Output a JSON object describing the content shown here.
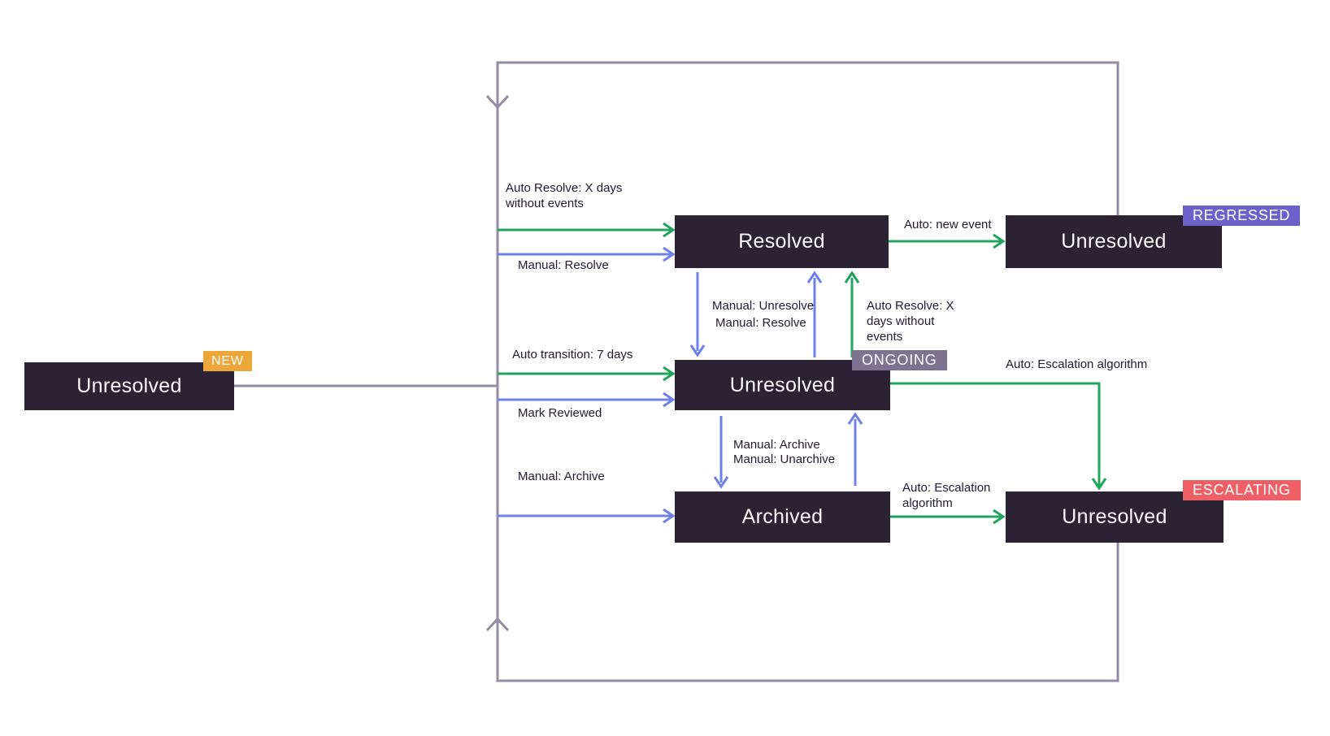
{
  "colors": {
    "box": "#2B2233",
    "boxtext": "#FAF7FB",
    "label": "#231A30",
    "green": "#21A45E",
    "blue": "#6E80EA",
    "loop": "#968BA5",
    "new": "#EDA63A",
    "regressed": "#6C60C9",
    "ongoing": "#7D7290",
    "escalating": "#EF6066"
  },
  "states": {
    "new": {
      "label": "Unresolved",
      "badge": "NEW"
    },
    "resolved": {
      "label": "Resolved"
    },
    "regressed": {
      "label": "Unresolved",
      "badge": "REGRESSED"
    },
    "ongoing": {
      "label": "Unresolved",
      "badge": "ONGOING"
    },
    "archived": {
      "label": "Archived"
    },
    "escalating": {
      "label": "Unresolved",
      "badge": "ESCALATING"
    }
  },
  "edges": {
    "auto_resolve_top": "Auto Resolve: X days without events",
    "manual_resolve_top": "Manual: Resolve",
    "auto_new_event": "Auto: new event",
    "manual_unresolve": "Manual: Unresolve",
    "manual_resolve_mid": "Manual: Resolve",
    "auto_resolve_mid": "Auto Resolve: X days without events",
    "auto_transition": "Auto transition: 7 days",
    "mark_reviewed": "Mark Reviewed",
    "auto_escalation_top": "Auto: Escalation algorithm",
    "manual_archive_mid": "Manual: Archive",
    "manual_unarchive": "Manual: Unarchive",
    "manual_archive_left": "Manual: Archive",
    "auto_escalation_bottom": "Auto: Escalation algorithm"
  }
}
